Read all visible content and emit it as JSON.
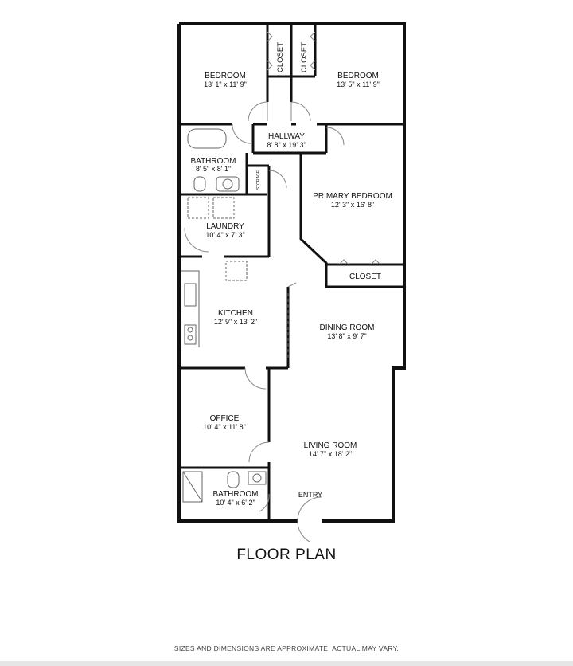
{
  "title": "FLOOR PLAN",
  "disclaimer": "SIZES AND DIMENSIONS ARE APPROXIMATE, ACTUAL MAY VARY.",
  "rooms": {
    "bedroom_left": {
      "name": "BEDROOM",
      "dims": "13' 1\" x 11' 9\""
    },
    "bedroom_right": {
      "name": "BEDROOM",
      "dims": "13' 5\" x 11' 9\""
    },
    "closet_left": {
      "name": "CLOSET"
    },
    "closet_right": {
      "name": "CLOSET"
    },
    "hallway": {
      "name": "HALLWAY",
      "dims": "8' 8\" x 19' 3\""
    },
    "bathroom_upper": {
      "name": "BATHROOM",
      "dims": "8' 5\" x 8' 1\""
    },
    "storage": {
      "name": "STORAGE"
    },
    "primary_bedroom": {
      "name": "PRIMARY BEDROOM",
      "dims": "12' 3\" x 16' 8\""
    },
    "laundry": {
      "name": "LAUNDRY",
      "dims": "10' 4\" x 7' 3\""
    },
    "closet_primary": {
      "name": "CLOSET"
    },
    "kitchen": {
      "name": "KITCHEN",
      "dims": "12' 9\" x 13' 2\""
    },
    "dining_room": {
      "name": "DINING ROOM",
      "dims": "13' 8\" x 9' 7\""
    },
    "office": {
      "name": "OFFICE",
      "dims": "10' 4\" x 11' 8\""
    },
    "living_room": {
      "name": "LIVING ROOM",
      "dims": "14' 7\" x 18' 2\""
    },
    "bathroom_lower": {
      "name": "BATHROOM",
      "dims": "10' 4\" x 6' 2\""
    },
    "entry": {
      "name": "ENTRY"
    }
  },
  "colors": {
    "wall": "#111111",
    "fixture": "#555555",
    "window": "#999999"
  }
}
